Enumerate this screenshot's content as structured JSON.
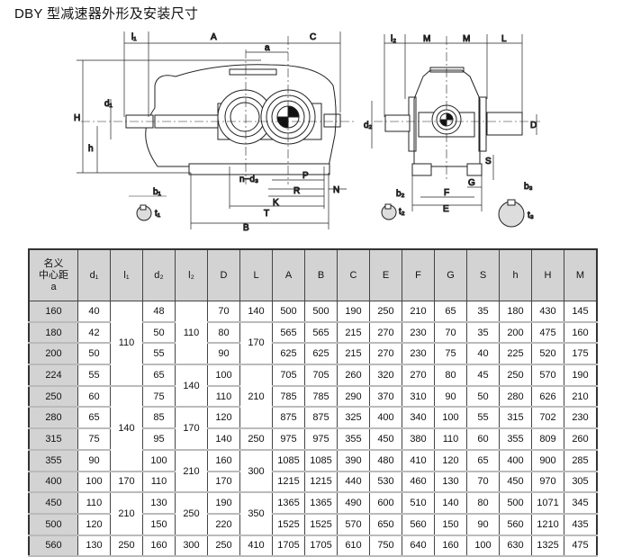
{
  "title": "DBY 型减速器外形及安装尺寸",
  "drawing": {
    "labels": {
      "l1": "l₁",
      "A": "A",
      "a": "a",
      "C": "C",
      "H": "H",
      "d1": "d₁",
      "h": "h",
      "nd3": "n−d₃",
      "P": "P",
      "R": "R",
      "N": "N",
      "K": "K",
      "T": "T",
      "B": "B",
      "b1": "b₁",
      "t1": "t₁",
      "l2": "l₂",
      "M1": "M",
      "M2": "M",
      "L": "L",
      "d2": "d₂",
      "D": "D",
      "S": "S",
      "G": "G",
      "F": "F",
      "E": "E",
      "b2": "b₂",
      "t2": "t₂",
      "b3": "b₃",
      "t3": "t₃"
    }
  },
  "table": {
    "headers": [
      "名义\n中心距\na",
      "d₁",
      "l₁",
      "d₂",
      "l₂",
      "D",
      "L",
      "A",
      "B",
      "C",
      "E",
      "F",
      "G",
      "S",
      "h",
      "H",
      "M"
    ],
    "a": [
      "160",
      "180",
      "200",
      "224",
      "250",
      "280",
      "315",
      "355",
      "400",
      "450",
      "500",
      "560"
    ],
    "d1": [
      "40",
      "42",
      "50",
      "55",
      "60",
      "65",
      "75",
      "90",
      "100",
      "110",
      "120",
      "130"
    ],
    "l1": [
      {
        "v": "110",
        "rows": 4
      },
      {
        "v": "140",
        "rows": 4
      },
      {
        "v": "170",
        "rows": 1
      },
      {
        "v": "210",
        "rows": 2
      },
      {
        "v": "250",
        "rows": 1
      }
    ],
    "d2": [
      "48",
      "50",
      "55",
      "65",
      "75",
      "85",
      "95",
      "100",
      "110",
      "130",
      "150",
      "160"
    ],
    "l2": [
      {
        "v": "110",
        "rows": 3
      },
      {
        "v": "140",
        "rows": 2
      },
      {
        "v": "170",
        "rows": 2
      },
      {
        "v": "210",
        "rows": 2
      },
      {
        "v": "250",
        "rows": 2
      },
      {
        "v": "300",
        "rows": 1
      }
    ],
    "D": [
      "70",
      "80",
      "90",
      "100",
      "110",
      "120",
      "140",
      "160",
      "170",
      "190",
      "220",
      "250"
    ],
    "L": [
      {
        "v": "140",
        "rows": 1
      },
      {
        "v": "170",
        "rows": 2
      },
      {
        "v": "210",
        "rows": 3
      },
      {
        "v": "250",
        "rows": 1
      },
      {
        "v": "300",
        "rows": 2
      },
      {
        "v": "350",
        "rows": 2
      },
      {
        "v": "410",
        "rows": 1
      }
    ],
    "A": [
      "500",
      "565",
      "625",
      "705",
      "785",
      "875",
      "975",
      "1085",
      "1215",
      "1365",
      "1525",
      "1705"
    ],
    "B": [
      "500",
      "565",
      "625",
      "705",
      "785",
      "875",
      "975",
      "1085",
      "1215",
      "1365",
      "1525",
      "1705"
    ],
    "C": [
      "190",
      "215",
      "215",
      "260",
      "290",
      "325",
      "355",
      "390",
      "440",
      "490",
      "570",
      "610"
    ],
    "E": [
      "250",
      "270",
      "270",
      "320",
      "370",
      "400",
      "450",
      "480",
      "530",
      "600",
      "650",
      "750"
    ],
    "F": [
      "210",
      "230",
      "230",
      "270",
      "310",
      "340",
      "380",
      "410",
      "460",
      "510",
      "560",
      "640"
    ],
    "G": [
      "65",
      "70",
      "75",
      "80",
      "90",
      "100",
      "110",
      "120",
      "130",
      "140",
      "150",
      "160"
    ],
    "S": [
      "35",
      "35",
      "40",
      "45",
      "50",
      "55",
      "60",
      "65",
      "70",
      "80",
      "90",
      "100"
    ],
    "h": [
      "180",
      "200",
      "225",
      "250",
      "280",
      "315",
      "355",
      "400",
      "450",
      "500",
      "560",
      "630"
    ],
    "H": [
      "430",
      "475",
      "520",
      "570",
      "626",
      "702",
      "809",
      "900",
      "970",
      "1071",
      "1210",
      "1325"
    ],
    "M": [
      "145",
      "160",
      "175",
      "190",
      "210",
      "230",
      "260",
      "285",
      "305",
      "345",
      "435",
      "475"
    ]
  }
}
